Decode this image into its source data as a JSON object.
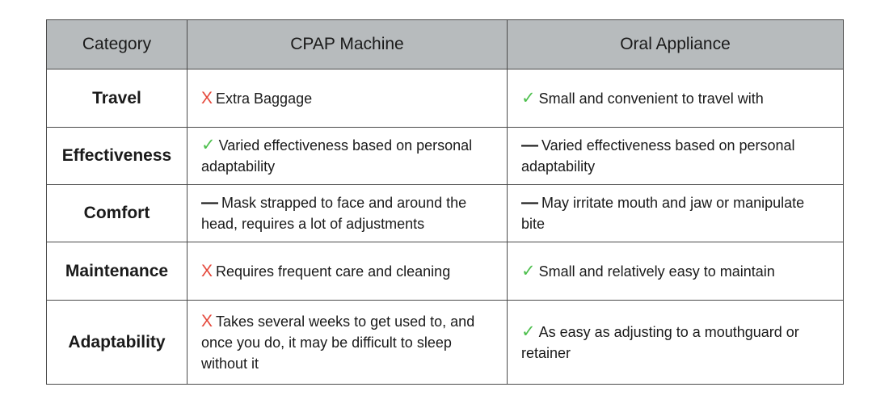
{
  "table": {
    "headers": [
      "Category",
      "CPAP Machine",
      "Oral Appliance"
    ],
    "rows": [
      {
        "category": "Travel",
        "cpap": {
          "mark": "x",
          "text": "Extra Baggage"
        },
        "oral": {
          "mark": "check",
          "text": "Small and convenient to travel with"
        }
      },
      {
        "category": "Effectiveness",
        "cpap": {
          "mark": "check",
          "text": "Varied effectiveness based on personal adaptability"
        },
        "oral": {
          "mark": "dash",
          "text": "Varied effectiveness based on personal adaptability"
        }
      },
      {
        "category": "Comfort",
        "cpap": {
          "mark": "dash",
          "text": "Mask strapped to face and around the head, requires a lot of adjustments"
        },
        "oral": {
          "mark": "dash",
          "text": "May irritate mouth and jaw or manipulate bite"
        }
      },
      {
        "category": "Maintenance",
        "cpap": {
          "mark": "x",
          "text": "Requires frequent care and cleaning"
        },
        "oral": {
          "mark": "check",
          "text": "Small and relatively easy to maintain"
        }
      },
      {
        "category": "Adaptability",
        "cpap": {
          "mark": "x",
          "text": "Takes several weeks to get used to, and once you do, it may be difficult to sleep without it"
        },
        "oral": {
          "mark": "check",
          "text": "As easy as adjusting to a mouthguard or retainer"
        }
      }
    ]
  },
  "marks": {
    "x": {
      "glyph": "X",
      "icon": "x-mark-icon",
      "color": "#e5483b"
    },
    "check": {
      "glyph": "✓",
      "icon": "check-mark-icon",
      "color": "#4fc04f"
    },
    "dash": {
      "glyph": "—",
      "icon": "dash-icon",
      "color": "#1a1a1a"
    }
  },
  "colors": {
    "header_bg": "#b7bbbd",
    "border": "#4a4a4a"
  }
}
